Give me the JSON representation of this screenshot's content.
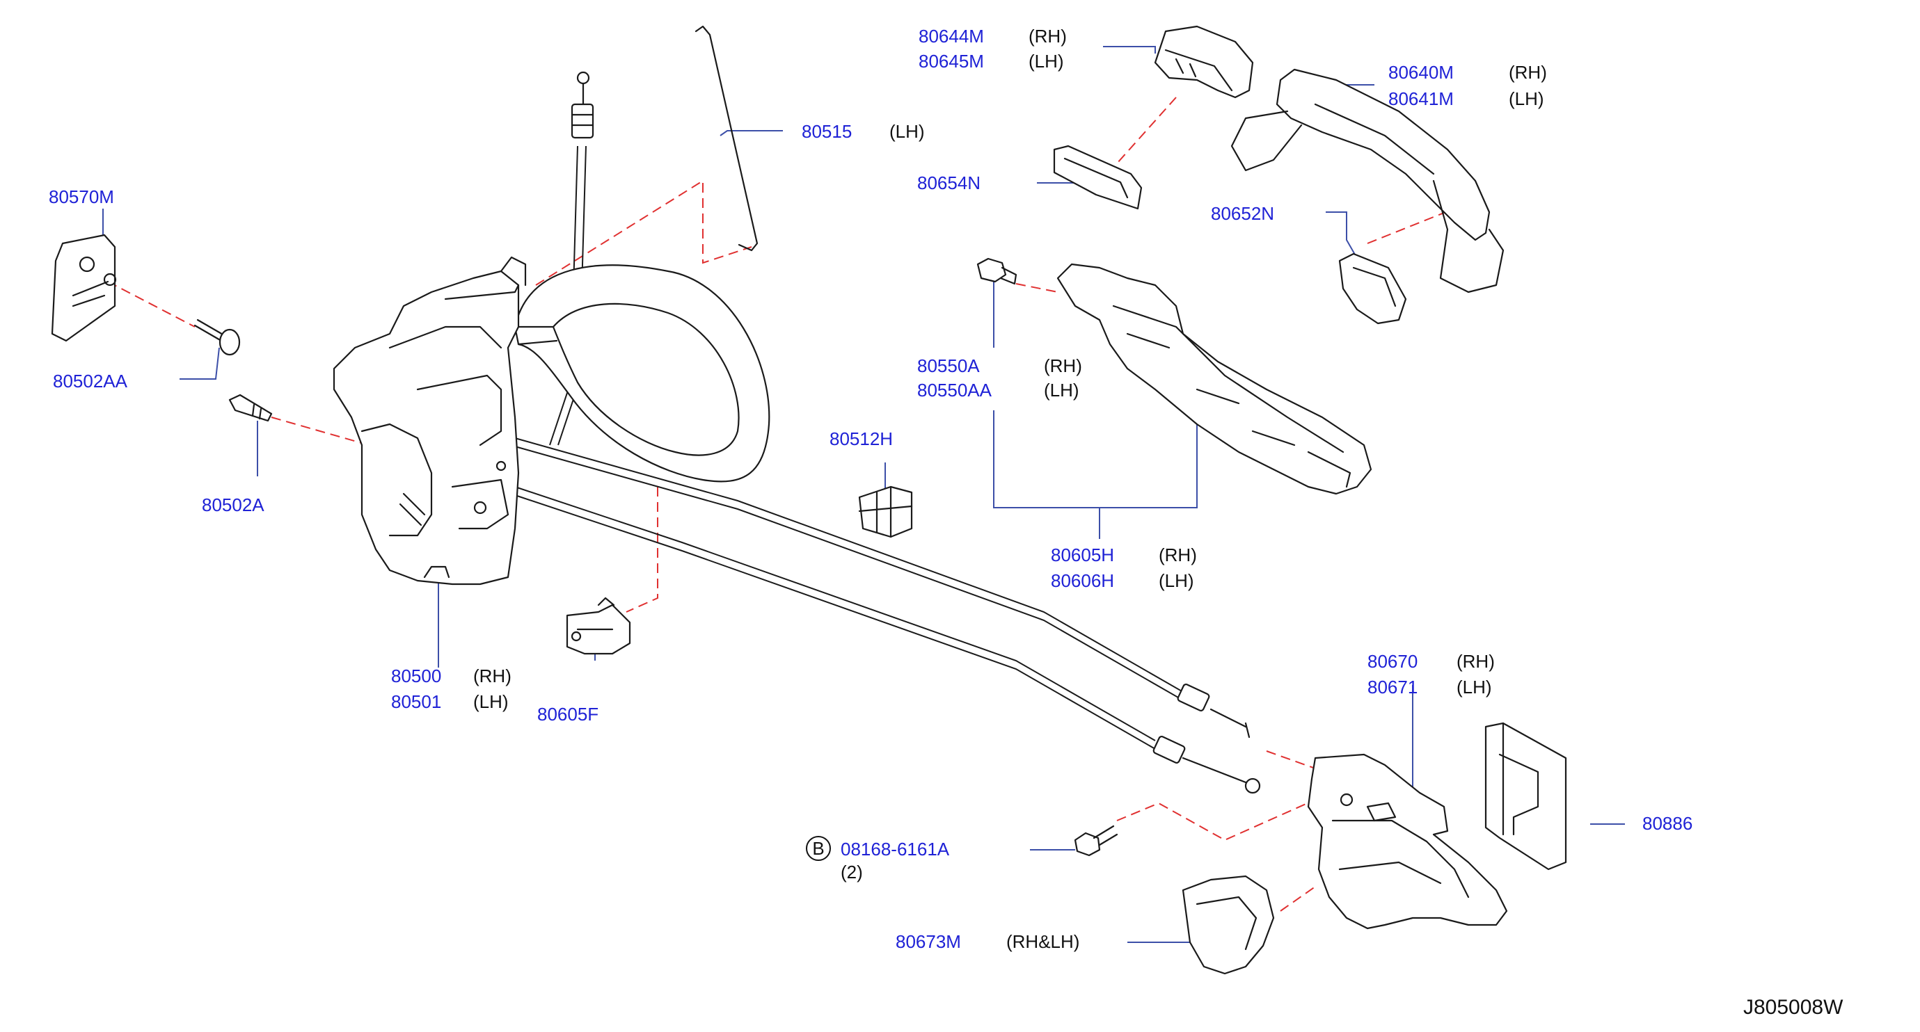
{
  "diagram_code": "J805008W",
  "bolt_symbol": "B",
  "labels": {
    "p80644M": {
      "num": "80644M",
      "side": "(RH)"
    },
    "p80645M": {
      "num": "80645M",
      "side": "(LH)"
    },
    "p80640M": {
      "num": "80640M",
      "side": "(RH)"
    },
    "p80641M": {
      "num": "80641M",
      "side": "(LH)"
    },
    "p80515": {
      "num": "80515",
      "side": "(LH)"
    },
    "p80570M": {
      "num": "80570M"
    },
    "p80654N": {
      "num": "80654N"
    },
    "p80652N": {
      "num": "80652N"
    },
    "p80502AA": {
      "num": "80502AA"
    },
    "p80550A": {
      "num": "80550A",
      "side": "(RH)"
    },
    "p80550AA": {
      "num": "80550AA",
      "side": "(LH)"
    },
    "p80512H": {
      "num": "80512H"
    },
    "p80502A": {
      "num": "80502A"
    },
    "p80605H": {
      "num": "80605H",
      "side": "(RH)"
    },
    "p80606H": {
      "num": "80606H",
      "side": "(LH)"
    },
    "p80500": {
      "num": "80500",
      "side": "(RH)"
    },
    "p80501": {
      "num": "80501",
      "side": "(LH)"
    },
    "p80605F": {
      "num": "80605F"
    },
    "p80670": {
      "num": "80670",
      "side": "(RH)"
    },
    "p80671": {
      "num": "80671",
      "side": "(LH)"
    },
    "p80886": {
      "num": "80886"
    },
    "p08168": {
      "num": "08168-6161A",
      "qty": "(2)"
    },
    "p80673M": {
      "num": "80673M",
      "side": "(RH&LH)"
    }
  }
}
